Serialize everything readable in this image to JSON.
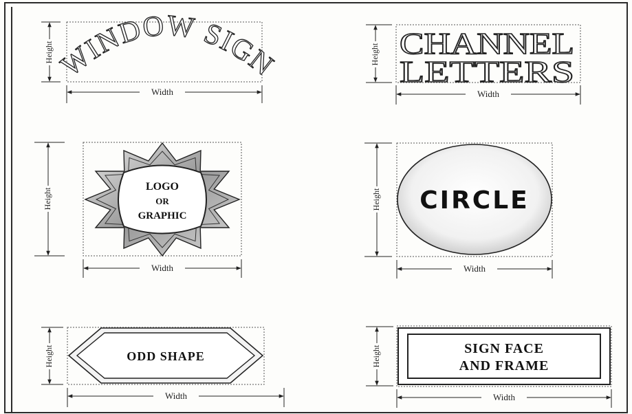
{
  "dimension_labels": {
    "width": "Width",
    "height": "Height"
  },
  "signs": {
    "window_sign": {
      "text": "WINDOW SIGN"
    },
    "channel_letters": {
      "line1": "CHANNEL",
      "line2": "LETTERS"
    },
    "logo": {
      "line1": "LOGO",
      "line2": "OR",
      "line3": "GRAPHIC"
    },
    "circle": {
      "text": "CIRCLE"
    },
    "odd_shape": {
      "text": "ODD SHAPE"
    },
    "sign_face": {
      "line1": "SIGN FACE",
      "line2": "AND FRAME"
    }
  }
}
